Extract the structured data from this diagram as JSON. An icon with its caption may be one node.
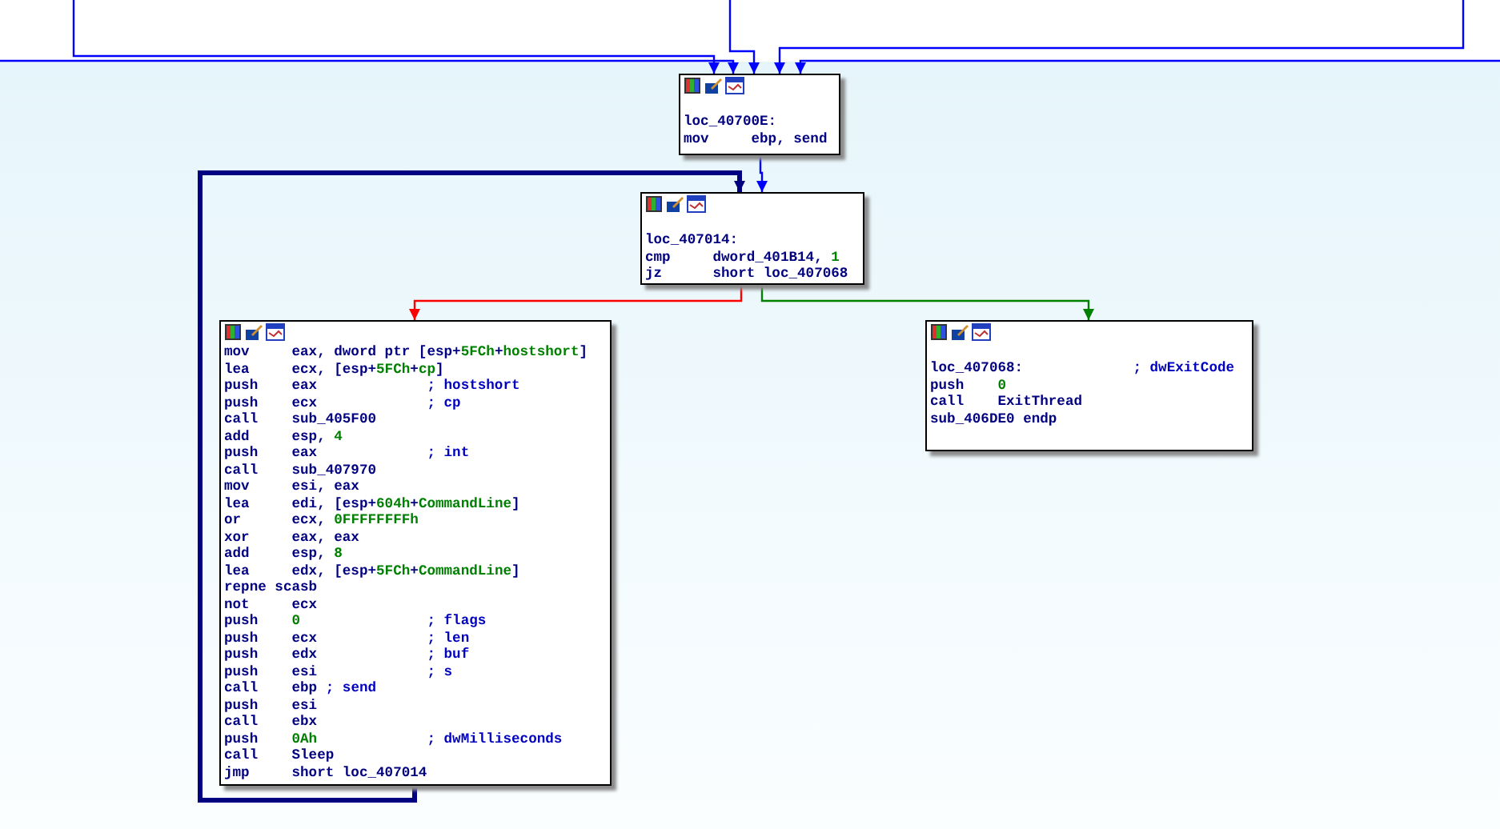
{
  "diagram": {
    "nodes": [
      {
        "text": [
          "loc_40700E:",
          "mov     ebp, send"
        ]
      },
      {
        "text": [
          "loc_407014:",
          "cmp     dword_401B14, 1",
          "jz      short loc_407068"
        ]
      },
      {
        "text": [
          "mov     eax, dword ptr [esp+5FCh+hostshort]",
          "lea     ecx, [esp+5FCh+cp]",
          "push    eax             ; hostshort",
          "push    ecx             ; cp",
          "call    sub_405F00",
          "add     esp, 4",
          "push    eax             ; int",
          "call    sub_407970",
          "mov     esi, eax",
          "lea     edi, [esp+604h+CommandLine]",
          "or      ecx, 0FFFFFFFFh",
          "xor     eax, eax",
          "add     esp, 8",
          "lea     edx, [esp+5FCh+CommandLine]",
          "repne scasb",
          "not     ecx",
          "push    0               ; flags",
          "push    ecx             ; len",
          "push    edx             ; buf",
          "push    esi             ; s",
          "call    ebp ; send",
          "push    esi",
          "call    ebx",
          "push    0Ah             ; dwMilliseconds",
          "call    Sleep",
          "jmp     short loc_407014"
        ]
      },
      {
        "text": [
          "loc_407068:             ; dwExitCode",
          "push    0",
          "call    ExitThread",
          "sub_406DE0 endp"
        ]
      }
    ],
    "edges": [
      {
        "from": null,
        "to": 0,
        "arrow": "to"
      },
      {
        "from": null,
        "to": 0,
        "arrow": "to"
      },
      {
        "from": null,
        "to": 0,
        "arrow": "to"
      },
      {
        "from": null,
        "to": 0,
        "arrow": "to"
      },
      {
        "from": null,
        "to": 0,
        "arrow": "to"
      },
      {
        "from": 0,
        "to": 1,
        "arrow": "to"
      },
      {
        "from": 1,
        "to": 2,
        "arrow": "to",
        "color": "#ff0000"
      },
      {
        "from": 1,
        "to": 3,
        "arrow": "to",
        "color": "#008000"
      },
      {
        "from": 2,
        "to": 1,
        "arrow": "to",
        "style": "thick",
        "color": "#000080"
      }
    ]
  }
}
